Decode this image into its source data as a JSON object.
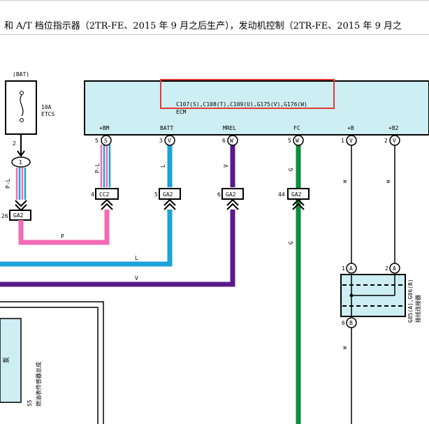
{
  "header": {
    "title": "和 A/T 档位指示器（2TR-FE、2015 年 9 月之后生产），发动机控制（2TR-FE、2015 年 9 月之"
  },
  "fuse": {
    "source": "(BAT)",
    "rating": "10A",
    "name": "ETCS",
    "out_pin": "2",
    "junction": "1"
  },
  "ecm": {
    "connectors": "C107(S),C108(T),C109(U),G175(V),G176(W)",
    "name": "ECM",
    "highlight_color": "#e53935",
    "body_color": "#cdeef3"
  },
  "pins": [
    {
      "label": "+BM",
      "num": "5",
      "conn": "S"
    },
    {
      "label": "BATT",
      "num": "3",
      "conn": "V"
    },
    {
      "label": "MREL",
      "num": "6",
      "conn": "W"
    },
    {
      "label": "FC",
      "num": "5",
      "conn": "W"
    },
    {
      "label": "+B",
      "num": "1",
      "conn": "V"
    },
    {
      "label": "+B2",
      "num": "2",
      "conn": "V"
    }
  ],
  "connectors": [
    {
      "pin": "26",
      "name": "GA2"
    },
    {
      "pin": "4",
      "name": "CC2"
    },
    {
      "pin": "5",
      "name": "GA2"
    },
    {
      "pin": "6",
      "name": "GA2"
    },
    {
      "pin": "44",
      "name": "GA2"
    }
  ],
  "wires": {
    "pl_label": "P-L",
    "p_label": "P",
    "l_label": "L",
    "v_label": "V",
    "g_label": "G",
    "w_label": "W",
    "colors": {
      "P": "#f26bb5",
      "L": "#1aa3d9",
      "V": "#5a1a8c",
      "G": "#0a8f3a",
      "W": "#222222"
    }
  },
  "junction_box": {
    "title": "G85(A),G86(B)",
    "subtitle": "接线连接器",
    "pin_a1": "1",
    "conn_a1": "A",
    "pin_a2": "2",
    "conn_a2": "A",
    "pin_b": "6",
    "conn_b": "B"
  },
  "sensor": {
    "code": "S5",
    "name": "燃油表传感器总成",
    "pump_label": "泵"
  }
}
